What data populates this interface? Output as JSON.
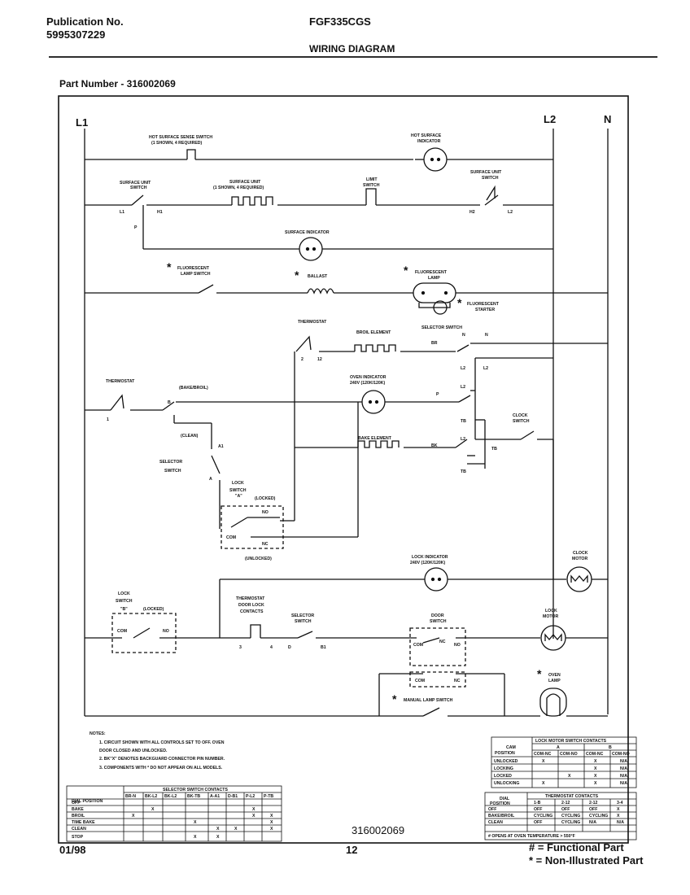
{
  "header": {
    "pub_label": "Publication No.",
    "pub_number": "5995307229",
    "model": "FGF335CGS",
    "title": "WIRING DIAGRAM",
    "part_number": "Part Number - 316002069"
  },
  "rails": {
    "l1": "L1",
    "l2": "L2",
    "n": "N"
  },
  "labels": {
    "hot_surface_switch": "HOT SURFACE SENSE SWITCH",
    "hot_surface_switch_sub": "(1 SHOWN, 4 REQUIRED)",
    "hot_surface_indicator": "HOT SURFACE",
    "hot_surface_indicator_sub": "INDICATOR",
    "surface_unit_switch_l": "SURFACE UNIT",
    "surface_unit_switch_l_sub": "SWITCH",
    "surface_unit": "SURFACE UNIT",
    "surface_unit_sub": "(1 SHOWN, 4 REQUIRED)",
    "limit_switch": "LIMIT",
    "limit_switch_sub": "SWITCH",
    "surface_unit_switch_r": "SURFACE UNIT",
    "surface_unit_switch_r_sub": "SWITCH",
    "l1_tag": "L1",
    "h1_tag": "H1",
    "p_tag": "P",
    "h2_tag": "H2",
    "l2_tag": "L2",
    "surface_indicator": "SURFACE INDICATOR",
    "fluor_switch": "FLUORESCENT",
    "fluor_switch_sub": "LAMP SWITCH",
    "ballast": "BALLAST",
    "fluor_lamp": "FLUORESCENT",
    "fluor_lamp_sub": "LAMP",
    "fluor_starter": "FLUORESCENT",
    "fluor_starter_sub": "STARTER",
    "thermostat_top": "THERMOSTAT",
    "broil_element": "BROIL ELEMENT",
    "selector_switch_top": "SELECTOR SWITCH",
    "t_2": "2",
    "t_12": "12",
    "br": "BR",
    "n1": "N",
    "n2": "N",
    "l2a": "L2",
    "l2b": "L2",
    "thermostat_left": "THERMOSTAT",
    "bake_broil": "(BAKE/BROIL)",
    "t_1": "1",
    "t_b": "B",
    "cleans": "(CLEAN)",
    "oven_indicator": "OVEN INDICATOR",
    "oven_indicator_sub": "240V (120K/120K)",
    "p_a": "P",
    "l2c": "L2",
    "tb1": "TB",
    "a1": "A1",
    "clock_switch": "CLOCK",
    "clock_switch_sub": "SWITCH",
    "bake_element": "BAKE ELEMENT",
    "bk": "BK",
    "l2d": "L2",
    "tb2": "TB",
    "tb3": "TB",
    "selector_switch_left": "SELECTOR",
    "selector_switch_left_sub": "SWITCH",
    "a_tag": "A",
    "lock_switch_a": "LOCK",
    "lock_switch_a_sub": "SWITCH",
    "lock_switch_a_sub2": "\"A\"",
    "locked_a": "(LOCKED)",
    "no_a": "NO",
    "com_a": "COM",
    "nc_a": "NC",
    "unlocked_a": "(UNLOCKED)",
    "lock_indicator": "LOCK INDICATOR",
    "lock_indicator_sub": "240V (120K/120K)",
    "clock_motor": "CLOCK",
    "clock_motor_sub": "MOTOR",
    "lock_switch_b": "LOCK",
    "lock_switch_b_sub": "SWITCH",
    "lock_switch_b_sub2": "\"B\"",
    "locked_b": "(LOCKED)",
    "com_b": "COM",
    "no_b": "NO",
    "thermo_door": "THERMOSTAT",
    "thermo_door_sub": "DOOR LOCK",
    "thermo_door_sub2": "CONTACTS",
    "selector_switch_bot": "SELECTOR",
    "selector_switch_bot_sub": "SWITCH",
    "t_3": "3",
    "t_4": "4",
    "t_d": "D",
    "t_b1": "B1",
    "door_switch": "DOOR",
    "door_switch_sub": "SWITCH",
    "com_d": "COM",
    "nc_d": "NC",
    "no_d": "NO",
    "com_d2": "COM",
    "nc_d2": "NC",
    "lock_motor": "LOCK",
    "lock_motor_sub": "MOTOR",
    "oven_lamp": "OVEN",
    "oven_lamp_sub": "LAMP",
    "manual_lamp": "MANUAL LAMP SWITCH",
    "star": "*"
  },
  "notes": {
    "title": "NOTES:",
    "items": [
      "1. CIRCUIT SHOWN WITH ALL CONTROLS SET TO OFF. OVEN",
      "   DOOR CLOSED AND UNLOCKED.",
      "2. BK\"X\" DENOTES BACKGUARD CONNECTOR PIN NUMBER.",
      "3. COMPONENTS WITH * DO NOT APPEAR ON ALL MODELS."
    ]
  },
  "lock_table": {
    "title": "LOCK MOTOR SWITCH CONTACTS",
    "cam_label": "CAM",
    "position_label": "POSITION",
    "group_a": "A",
    "group_b": "B",
    "cols": [
      "COM-NC",
      "COM-NO",
      "COM-NC",
      "COM-NO"
    ],
    "rows": [
      {
        "label": "UNLOCKED",
        "cells": [
          "X",
          "",
          "X",
          "N/A"
        ]
      },
      {
        "label": "LOCKING",
        "cells": [
          "",
          "",
          "X",
          "N/A"
        ]
      },
      {
        "label": "LOCKED",
        "cells": [
          "",
          "X",
          "X",
          "N/A"
        ]
      },
      {
        "label": "UNLOCKING",
        "cells": [
          "X",
          "",
          "X",
          "N/A"
        ]
      }
    ]
  },
  "thermo_table": {
    "title": "THERMOSTAT CONTACTS",
    "dial_label": "DIAL",
    "position_label": "POSITION",
    "cols": [
      "1-B",
      "2-12",
      "2-12",
      "3-4"
    ],
    "rows": [
      {
        "label": "OFF",
        "cells": [
          "OFF",
          "OFF",
          "OFF",
          "X"
        ]
      },
      {
        "label": "BAKE/BROIL",
        "cells": [
          "CYCLING",
          "CYCLING",
          "CYCLING",
          "X"
        ]
      },
      {
        "label": "CLEAN",
        "cells": [
          "OFF",
          "CYCLING",
          "N/A",
          "N/A"
        ]
      }
    ],
    "footnote": "# OPENS AT OVEN TEMPERATURE > 550°F"
  },
  "selector_table": {
    "title": "SELECTOR SWITCH CONTACTS",
    "dial_label": "DIAL POSITION",
    "cols": [
      "BR-N",
      "BK-L2",
      "BK-L2",
      "BK-TB",
      "A-A1",
      "D-B1",
      "P-L2",
      "P-TB"
    ],
    "rows": [
      {
        "label": "OFF",
        "cells": [
          "",
          "",
          "",
          "",
          "",
          "",
          "",
          ""
        ]
      },
      {
        "label": "BAKE",
        "cells": [
          "",
          "X",
          "",
          "",
          "",
          "",
          "X",
          ""
        ]
      },
      {
        "label": "BROIL",
        "cells": [
          "X",
          "",
          "",
          "",
          "",
          "",
          "X",
          "X"
        ]
      },
      {
        "label": "TIME BAKE",
        "cells": [
          "",
          "",
          "",
          "X",
          "",
          "",
          "",
          "X"
        ]
      },
      {
        "label": "CLEAN",
        "cells": [
          "",
          "",
          "",
          "",
          "X",
          "X",
          "",
          "X"
        ]
      },
      {
        "label": "STOP",
        "cells": [
          "",
          "",
          "",
          "X",
          "X",
          "",
          "",
          ""
        ]
      }
    ]
  },
  "doc_number": "316002069",
  "footer": {
    "date": "01/98",
    "page": "12",
    "legend_functional": "# = Functional Part",
    "legend_nonillustrated": "* = Non-Illustrated Part"
  }
}
